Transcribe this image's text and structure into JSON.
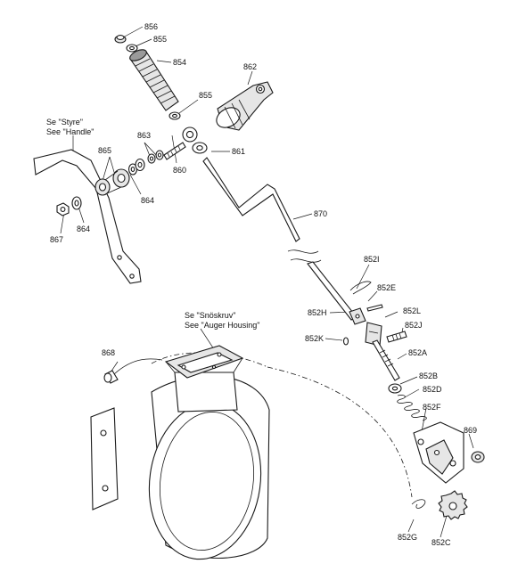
{
  "notes": {
    "handle_line1": "Se \"Styre\"",
    "handle_line2": "See \"Handle\"",
    "auger_line1": "Se \"Snöskruv\"",
    "auger_line2": "See \"Auger Housing\""
  },
  "callouts": [
    {
      "id": "856",
      "label": "856"
    },
    {
      "id": "855-top",
      "label": "855"
    },
    {
      "id": "854",
      "label": "854"
    },
    {
      "id": "862",
      "label": "862"
    },
    {
      "id": "855-mid",
      "label": "855"
    },
    {
      "id": "863",
      "label": "863"
    },
    {
      "id": "861",
      "label": "861"
    },
    {
      "id": "865",
      "label": "865"
    },
    {
      "id": "860",
      "label": "860"
    },
    {
      "id": "864-a",
      "label": "864"
    },
    {
      "id": "864-b",
      "label": "864"
    },
    {
      "id": "867",
      "label": "867"
    },
    {
      "id": "870",
      "label": "870"
    },
    {
      "id": "852I",
      "label": "852I"
    },
    {
      "id": "852E",
      "label": "852E"
    },
    {
      "id": "852L",
      "label": "852L"
    },
    {
      "id": "852H",
      "label": "852H"
    },
    {
      "id": "852J",
      "label": "852J"
    },
    {
      "id": "852K",
      "label": "852K"
    },
    {
      "id": "852A",
      "label": "852A"
    },
    {
      "id": "868",
      "label": "868"
    },
    {
      "id": "852B",
      "label": "852B"
    },
    {
      "id": "852D",
      "label": "852D"
    },
    {
      "id": "852F",
      "label": "852F"
    },
    {
      "id": "869",
      "label": "869"
    },
    {
      "id": "852G",
      "label": "852G"
    },
    {
      "id": "852C",
      "label": "852C"
    }
  ]
}
